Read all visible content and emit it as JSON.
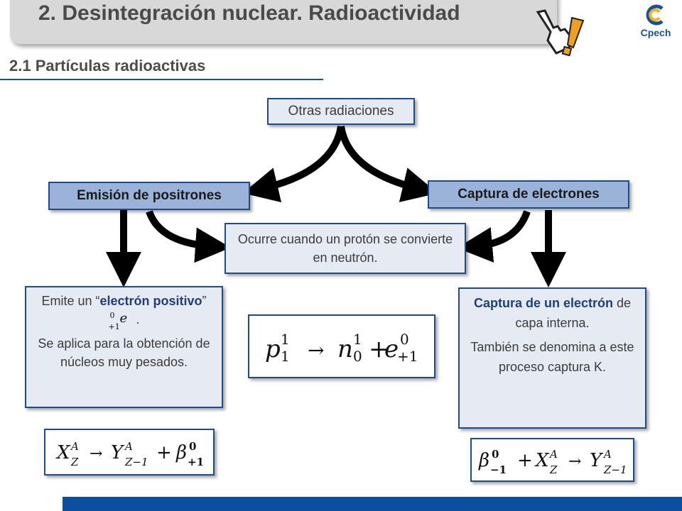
{
  "title": "2. Desintegración nuclear. Radioactividad",
  "subtitle": "2.1 Partículas radioactivas",
  "logo": {
    "text": "Cpech",
    "icon": "hand-pointer-icon"
  },
  "colors": {
    "dark_blue": "#1e4b8f",
    "header_fill": "#9bb3d9",
    "box_fill": "#e5eaf3",
    "footer": "#0b4f9e"
  },
  "nodes": {
    "otras": "Otras radiaciones",
    "emision": "Emisión de positrones",
    "captura": "Captura de electrones",
    "ocurre": "Ocurre cuando un protón se convierte en neutrón.",
    "emite": {
      "prefix": "Emite un “",
      "bold": "electrón positivo",
      "suffix": "”",
      "end": ".",
      "line2": "Se aplica para la obtención de núcleos muy pesados."
    },
    "captura_detail": {
      "bold": "Captura de un electrón",
      "rest": " de capa interna.",
      "line2": "También se denomina a este proceso captura K."
    }
  }
}
